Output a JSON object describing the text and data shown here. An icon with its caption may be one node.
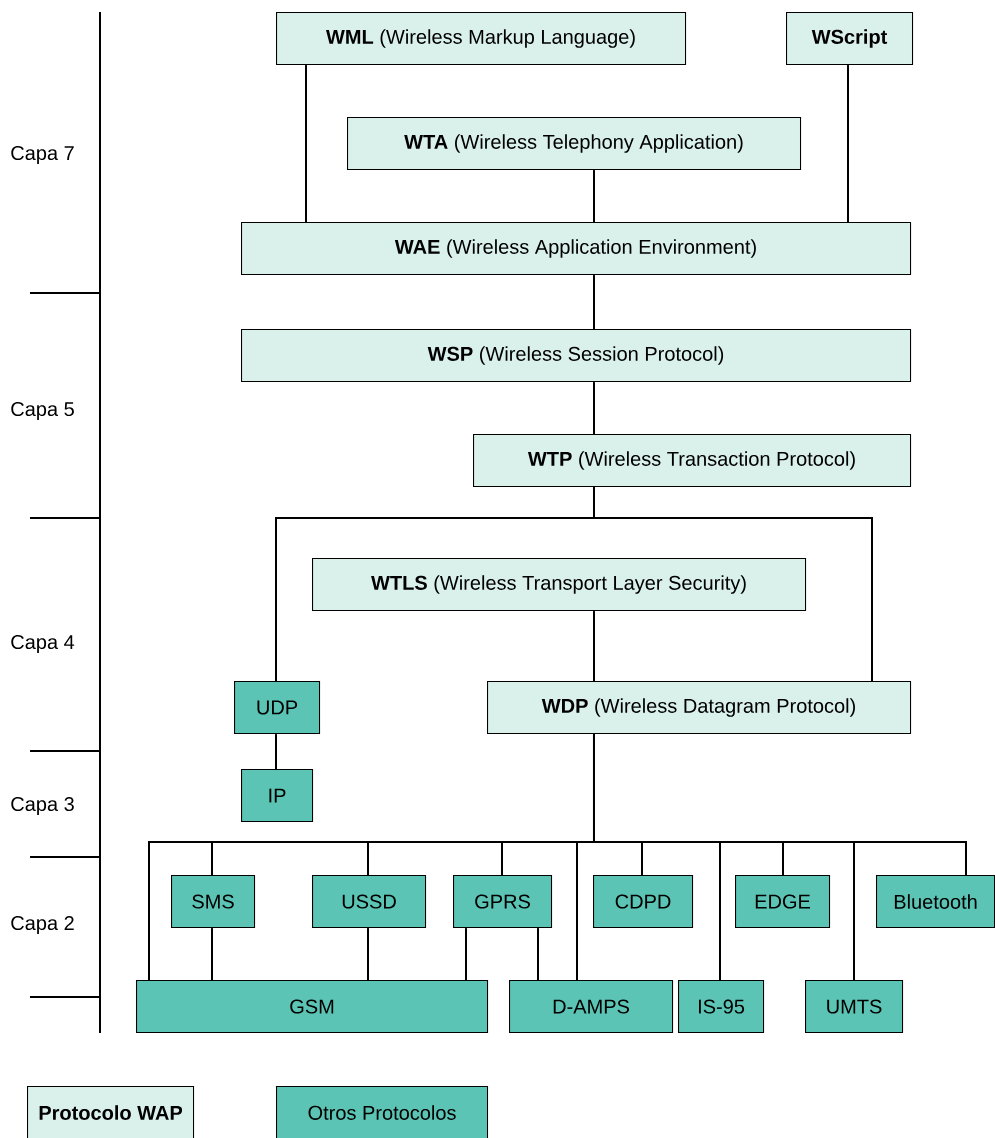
{
  "diagram": {
    "nodes": [
      {
        "text": [
          "**WML** (Wireless Markup Language)"
        ]
      },
      {
        "text": [
          "WScript"
        ]
      },
      {
        "text": [
          "**WTA** (Wireless Telephony Application)"
        ]
      },
      {
        "text": [
          "**WAE** (Wireless Application Environment)"
        ]
      },
      {
        "text": [
          "**WSP** (Wireless Session Protocol)"
        ]
      },
      {
        "text": [
          "**WTP** (Wireless Transaction Protocol)"
        ]
      },
      {
        "text": [
          "**WTLS** (Wireless Transport Layer Security)"
        ]
      },
      {
        "text": [
          "UDP"
        ]
      },
      {
        "text": [
          "**WDP** (Wireless Datagram Protocol)"
        ]
      },
      {
        "text": [
          "IP"
        ]
      },
      {
        "text": [
          "SMS"
        ]
      },
      {
        "text": [
          "USSD"
        ]
      },
      {
        "text": [
          "GPRS"
        ]
      },
      {
        "text": [
          "CDPD"
        ]
      },
      {
        "text": [
          "EDGE"
        ]
      },
      {
        "text": [
          "Bluetooth"
        ]
      },
      {
        "text": [
          "GSM"
        ]
      },
      {
        "text": [
          "D-AMPS"
        ]
      },
      {
        "text": [
          "IS-95"
        ]
      },
      {
        "text": [
          "UMTS"
        ]
      }
    ],
    "edges": [
      {
        "from": 0,
        "to": 3,
        "arrow": "none"
      },
      {
        "from": 2,
        "to": 3,
        "arrow": "none"
      },
      {
        "from": 1,
        "to": 3,
        "arrow": "none"
      },
      {
        "from": 3,
        "to": 4,
        "arrow": "none"
      },
      {
        "from": 4,
        "to": 5,
        "arrow": "none"
      },
      {
        "from": 5,
        "to": 7,
        "arrow": "none"
      },
      {
        "from": 5,
        "to": 8,
        "arrow": "none"
      },
      {
        "from": 6,
        "to": 8,
        "arrow": "none"
      },
      {
        "from": 7,
        "to": 9,
        "arrow": "none"
      },
      {
        "from": 8,
        "to": 16,
        "arrow": "none"
      },
      {
        "from": 8,
        "to": 10,
        "arrow": "none"
      },
      {
        "from": 8,
        "to": 11,
        "arrow": "none"
      },
      {
        "from": 8,
        "to": 12,
        "arrow": "none"
      },
      {
        "from": 8,
        "to": 17,
        "arrow": "none"
      },
      {
        "from": 8,
        "to": 13,
        "arrow": "none"
      },
      {
        "from": 8,
        "to": 18,
        "arrow": "none"
      },
      {
        "from": 8,
        "to": 14,
        "arrow": "none"
      },
      {
        "from": 8,
        "to": 19,
        "arrow": "none"
      },
      {
        "from": 8,
        "to": 15,
        "arrow": "none"
      },
      {
        "from": 10,
        "to": 16,
        "arrow": "none"
      },
      {
        "from": 11,
        "to": 16,
        "arrow": "none"
      },
      {
        "from": 12,
        "to": 16,
        "arrow": "none"
      },
      {
        "from": 12,
        "to": 17,
        "arrow": "none"
      }
    ],
    "labels": [
      "Capa 7",
      "Capa 5",
      "Capa 4",
      "Capa 3",
      "Capa 2"
    ],
    "legend": [
      {
        "text": "Protocolo WAP",
        "color": "#d9f0eb"
      },
      {
        "text": "Otros Protocolos",
        "color": "#5bc4b4"
      }
    ]
  }
}
